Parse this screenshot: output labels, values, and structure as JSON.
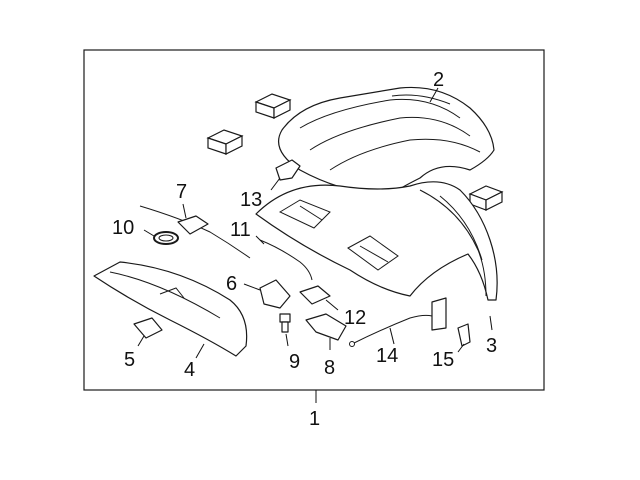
{
  "diagram": {
    "callouts": {
      "c1": "1",
      "c2": "2",
      "c3": "3",
      "c4": "4",
      "c5": "5",
      "c6": "6",
      "c7": "7",
      "c8": "8",
      "c9": "9",
      "c10": "10",
      "c11": "11",
      "c12": "12",
      "c13": "13",
      "c14": "14",
      "c15": "15"
    },
    "colors": {
      "line": "#1a1a1a",
      "background": "#ffffff"
    }
  }
}
